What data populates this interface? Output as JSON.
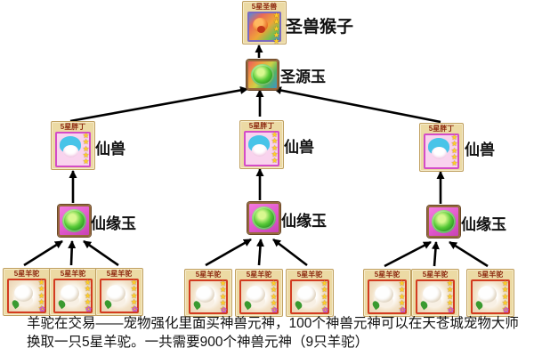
{
  "tree": {
    "root_pet": {
      "badge": "5星圣兽",
      "label": "圣兽猴子"
    },
    "root_jade": {
      "label": "圣源玉"
    },
    "branches": [
      {
        "beast_badge": "5星胖丁",
        "beast_label": "仙兽",
        "jade_label": "仙缘玉",
        "pets": [
          "5星羊驼",
          "5星羊驼",
          "5星羊驼"
        ]
      },
      {
        "beast_badge": "5星胖丁",
        "beast_label": "仙兽",
        "jade_label": "仙缘玉",
        "pets": [
          "5星羊驼",
          "5星羊驼",
          "5星羊驼"
        ]
      },
      {
        "beast_badge": "5星胖丁",
        "beast_label": "仙兽",
        "jade_label": "仙缘玉",
        "pets": [
          "5星羊驼",
          "5星羊驼",
          "5星羊驼"
        ]
      }
    ]
  },
  "caption": {
    "line1": "羊驼在交易——宠物强化里面买神兽元神，100个神兽元神可以在天苍城宠物大师",
    "line2": "换取一只5星羊驼。一共需要900个神兽元神（9只羊驼）"
  },
  "icons": {
    "stars": "★★★★★",
    "flower": "✿"
  },
  "colors": {
    "arrow": "#000000",
    "card_bg": "#ecdaa4",
    "badge_text": "#8c2810",
    "star_gold": "#ffd028",
    "alpaca_frame": "#d33b20",
    "pudding_frame": "#d44cc8",
    "jade_green": "#1e8a1e",
    "fate_pink": "#e058cc"
  }
}
